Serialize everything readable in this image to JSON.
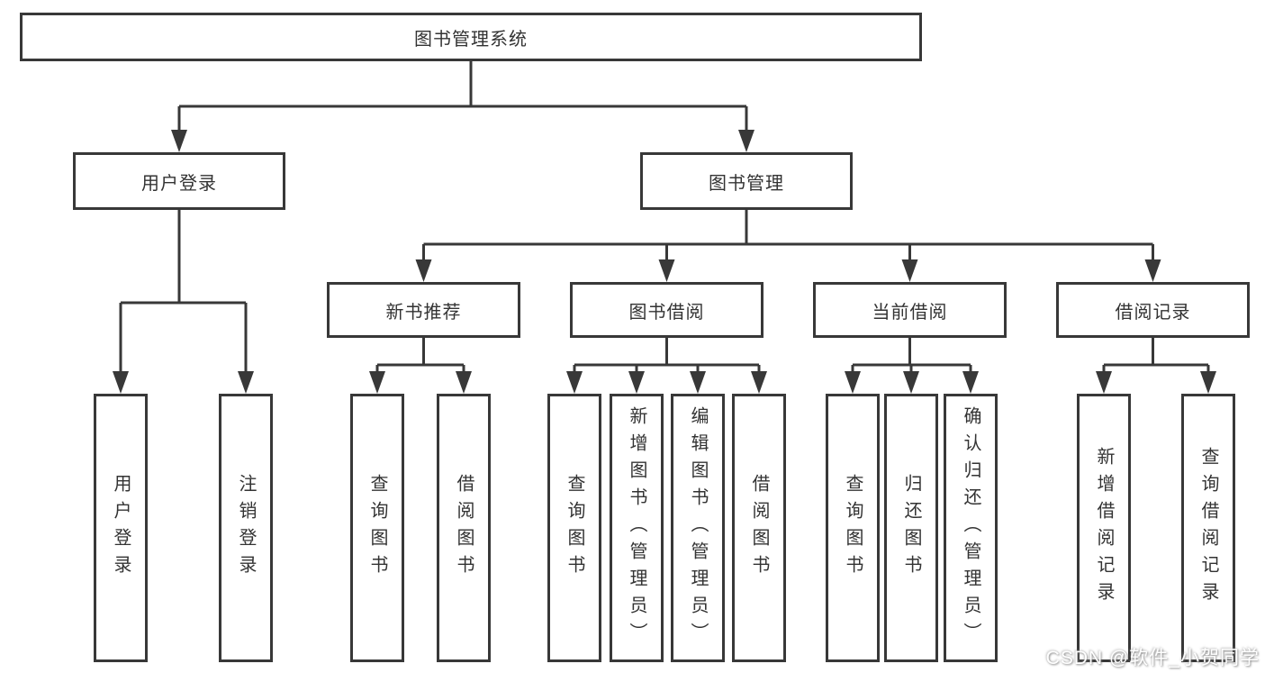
{
  "diagram": {
    "root": {
      "label": "图书管理系统"
    },
    "level2": [
      {
        "label": "用户登录"
      },
      {
        "label": "图书管理"
      }
    ],
    "level3": [
      {
        "label": "新书推荐",
        "parent": "图书管理"
      },
      {
        "label": "图书借阅",
        "parent": "图书管理"
      },
      {
        "label": "当前借阅",
        "parent": "图书管理"
      },
      {
        "label": "借阅记录",
        "parent": "图书管理"
      }
    ],
    "leaves": [
      {
        "label": "用户登录",
        "parent": "用户登录"
      },
      {
        "label": "注销登录",
        "parent": "用户登录"
      },
      {
        "label": "查询图书",
        "parent": "新书推荐"
      },
      {
        "label": "借阅图书",
        "parent": "新书推荐"
      },
      {
        "label": "查询图书",
        "parent": "图书借阅"
      },
      {
        "label": "新增图书（管理员）",
        "parent": "图书借阅"
      },
      {
        "label": "编辑图书（管理员）",
        "parent": "图书借阅"
      },
      {
        "label": "借阅图书",
        "parent": "图书借阅"
      },
      {
        "label": "查询图书",
        "parent": "当前借阅"
      },
      {
        "label": "归还图书",
        "parent": "当前借阅"
      },
      {
        "label": "确认归还（管理员）",
        "parent": "当前借阅"
      },
      {
        "label": "新增借阅记录",
        "parent": "借阅记录"
      },
      {
        "label": "查询借阅记录",
        "parent": "借阅记录"
      }
    ]
  },
  "watermark": {
    "text": "CSDN @软件_小贺同学"
  },
  "colors": {
    "line": "#383838",
    "text": "#333333",
    "canvas": "#ffffff"
  }
}
